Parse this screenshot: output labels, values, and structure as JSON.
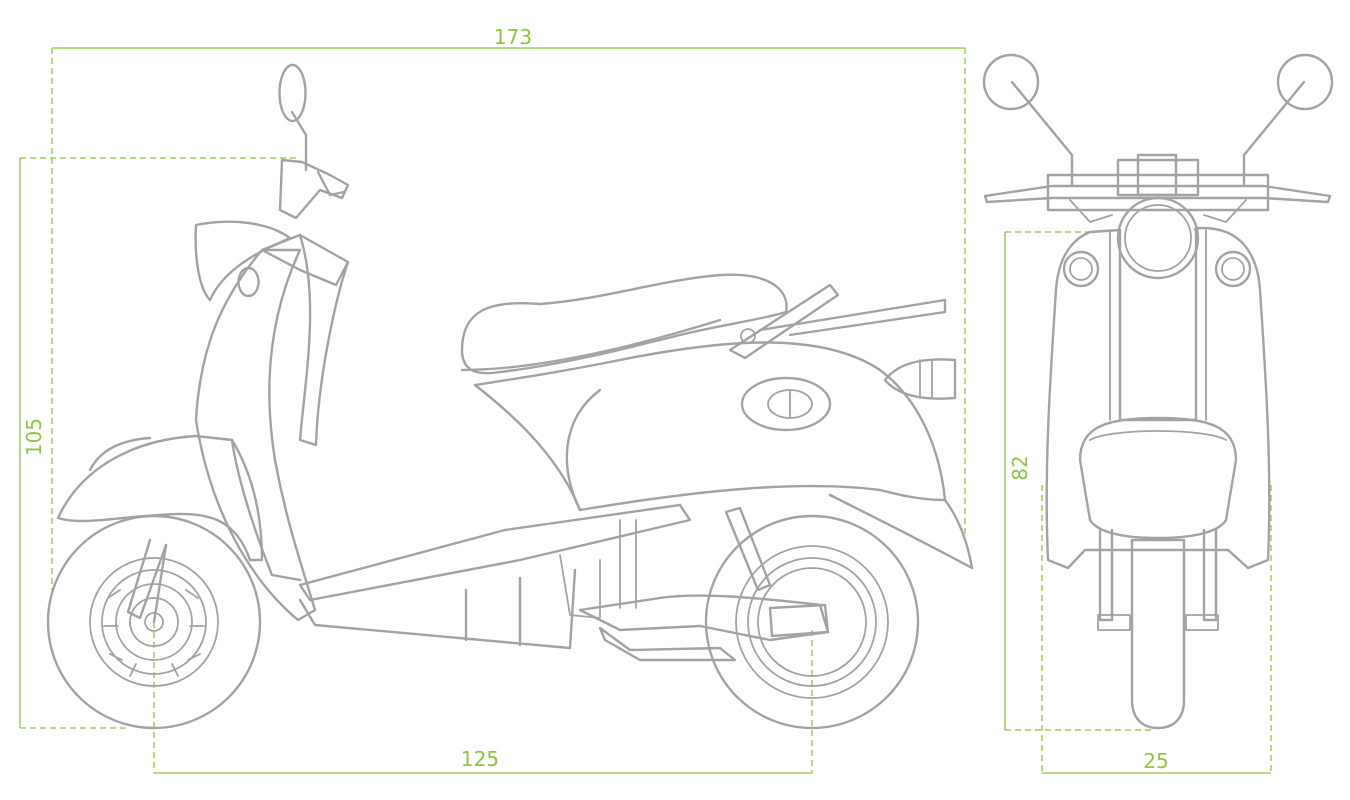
{
  "colors": {
    "outline": "#a3a3a3",
    "dimension": "#8dc63f",
    "background": "#ffffff"
  },
  "dimensions": {
    "overall_length": "173",
    "overall_height": "105",
    "wheelbase": "125",
    "front_height": "82",
    "front_width": "25"
  }
}
